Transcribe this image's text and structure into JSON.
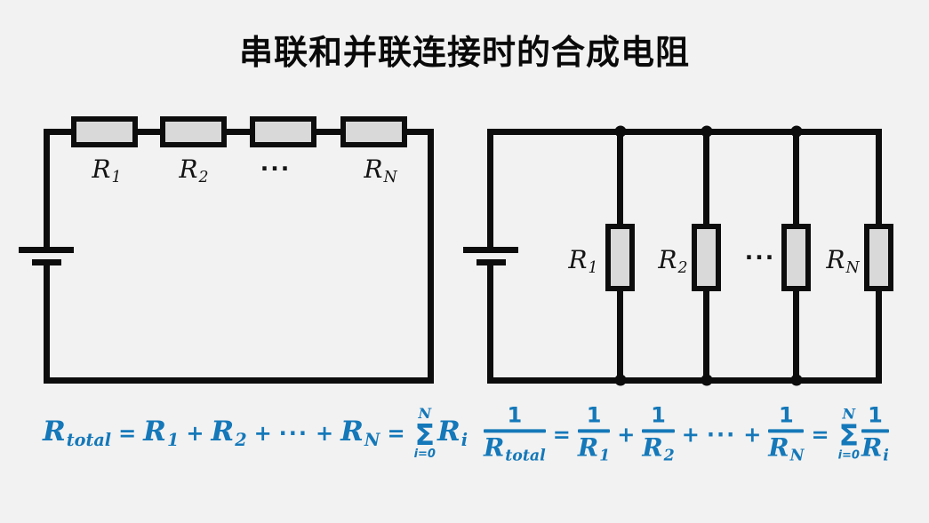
{
  "title": "串联和并联连接时的合成电阻",
  "colors": {
    "background": "#f2f2f2",
    "line": "#0d0d0d",
    "resistor_fill": "#d9d9d9",
    "formula_blue": "#1478b9"
  },
  "series_circuit": {
    "labels": [
      {
        "base": "R",
        "sub": "1"
      },
      {
        "base": "R",
        "sub": "2"
      },
      {
        "base": "R",
        "sub": "N"
      }
    ],
    "dots": "···"
  },
  "parallel_circuit": {
    "labels": [
      {
        "base": "R",
        "sub": "1"
      },
      {
        "base": "R",
        "sub": "2"
      },
      {
        "base": "R",
        "sub": "N"
      }
    ],
    "dots": "···"
  },
  "series_formula": {
    "lhs": {
      "base": "R",
      "sub": "total"
    },
    "eq": "=",
    "plus": "+",
    "dots": "···",
    "terms": [
      {
        "base": "R",
        "sub": "1"
      },
      {
        "base": "R",
        "sub": "2"
      },
      {
        "base": "R",
        "sub": "N"
      }
    ],
    "sum": {
      "top": "N",
      "symbol": "Σ",
      "bottom": "i=0"
    },
    "rhs": {
      "base": "R",
      "sub": "i"
    }
  },
  "parallel_formula": {
    "lhs": {
      "num": "1",
      "den_base": "R",
      "den_sub": "total"
    },
    "eq": "=",
    "plus": "+",
    "dots": "···",
    "terms": [
      {
        "num": "1",
        "den_base": "R",
        "den_sub": "1"
      },
      {
        "num": "1",
        "den_base": "R",
        "den_sub": "2"
      },
      {
        "num": "1",
        "den_base": "R",
        "den_sub": "N"
      }
    ],
    "sum": {
      "top": "N",
      "symbol": "Σ",
      "bottom": "i=0"
    },
    "rhs": {
      "num": "1",
      "den_base": "R",
      "den_sub": "i"
    }
  }
}
